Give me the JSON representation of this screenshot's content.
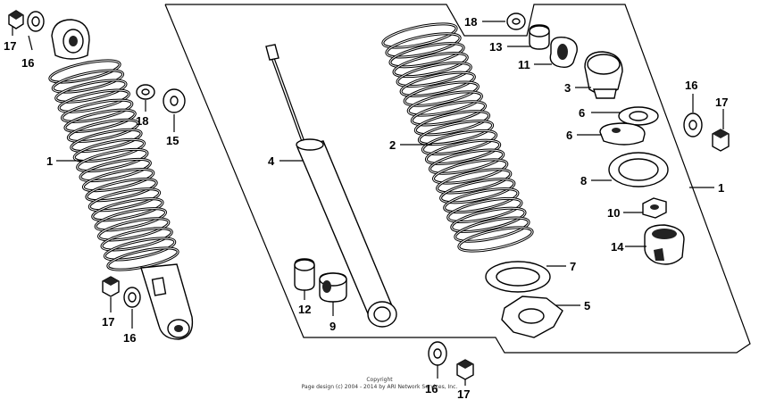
{
  "diagram": {
    "callouts": [
      {
        "id": "c17a",
        "label": "17"
      },
      {
        "id": "c16a",
        "label": "16"
      },
      {
        "id": "c1a",
        "label": "1"
      },
      {
        "id": "c18a",
        "label": "18"
      },
      {
        "id": "c15",
        "label": "15"
      },
      {
        "id": "c17b",
        "label": "17"
      },
      {
        "id": "c16b",
        "label": "16"
      },
      {
        "id": "c4",
        "label": "4"
      },
      {
        "id": "c12",
        "label": "12"
      },
      {
        "id": "c9",
        "label": "9"
      },
      {
        "id": "c2",
        "label": "2"
      },
      {
        "id": "c18b",
        "label": "18"
      },
      {
        "id": "c13",
        "label": "13"
      },
      {
        "id": "c11",
        "label": "11"
      },
      {
        "id": "c3",
        "label": "3"
      },
      {
        "id": "c6a",
        "label": "6"
      },
      {
        "id": "c6b",
        "label": "6"
      },
      {
        "id": "c8",
        "label": "8"
      },
      {
        "id": "c10",
        "label": "10"
      },
      {
        "id": "c14",
        "label": "14"
      },
      {
        "id": "c7",
        "label": "7"
      },
      {
        "id": "c5",
        "label": "5"
      },
      {
        "id": "c16c",
        "label": "16"
      },
      {
        "id": "c17c",
        "label": "17"
      },
      {
        "id": "c1b",
        "label": "1"
      },
      {
        "id": "c16d",
        "label": "16"
      },
      {
        "id": "c17d",
        "label": "17"
      }
    ],
    "copyright_line1": "Copyright",
    "copyright_line2": "Page design (c) 2004 - 2014 by ARI Network Services, Inc."
  }
}
